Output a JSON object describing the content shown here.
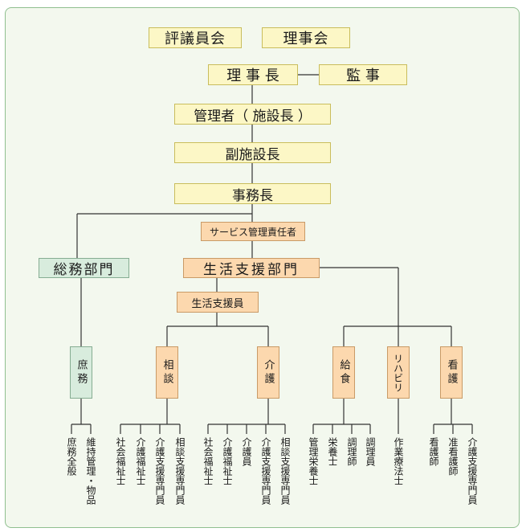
{
  "top": {
    "council": "評議員会",
    "board": "理事会",
    "chairman": "理 事 長",
    "auditor": "監 事",
    "manager": "管理者（ 施設長 ）",
    "vice_director": "副施設長",
    "office_director": "事務長",
    "service_manager": "サービス管理責任者"
  },
  "departments": {
    "general_affairs": "総務部門",
    "life_support": "生活支援部門",
    "life_support_staff": "生活支援員"
  },
  "sections": {
    "shomu": "庶務",
    "sodan": "相談",
    "kaigo": "介護",
    "kyushoku": "給食",
    "rehab": "リハビリ",
    "kango": "看護"
  },
  "staff": {
    "shomu": [
      "庶務全般",
      "維持管理・物品"
    ],
    "sodan": [
      "社会福祉士",
      "介護福祉士",
      "介護支援専門員",
      "相談支援専門員"
    ],
    "kaigo": [
      "社会福祉士",
      "介護福祉士",
      "介護員",
      "介護支援専門員",
      "相談支援専門員"
    ],
    "kyushoku": [
      "管理栄養士",
      "栄養士",
      "調理師",
      "調理員"
    ],
    "rehab": [
      "作業療法士"
    ],
    "kango": [
      "看護師",
      "准看護師",
      "介護支援専門員"
    ]
  },
  "colors": {
    "executive_fill": "#fcf7c6",
    "life_support_fill": "#fcd8ae",
    "general_affairs_fill": "#d8ecdd",
    "panel_background": "#f3f8ee",
    "connector": "#333333"
  }
}
